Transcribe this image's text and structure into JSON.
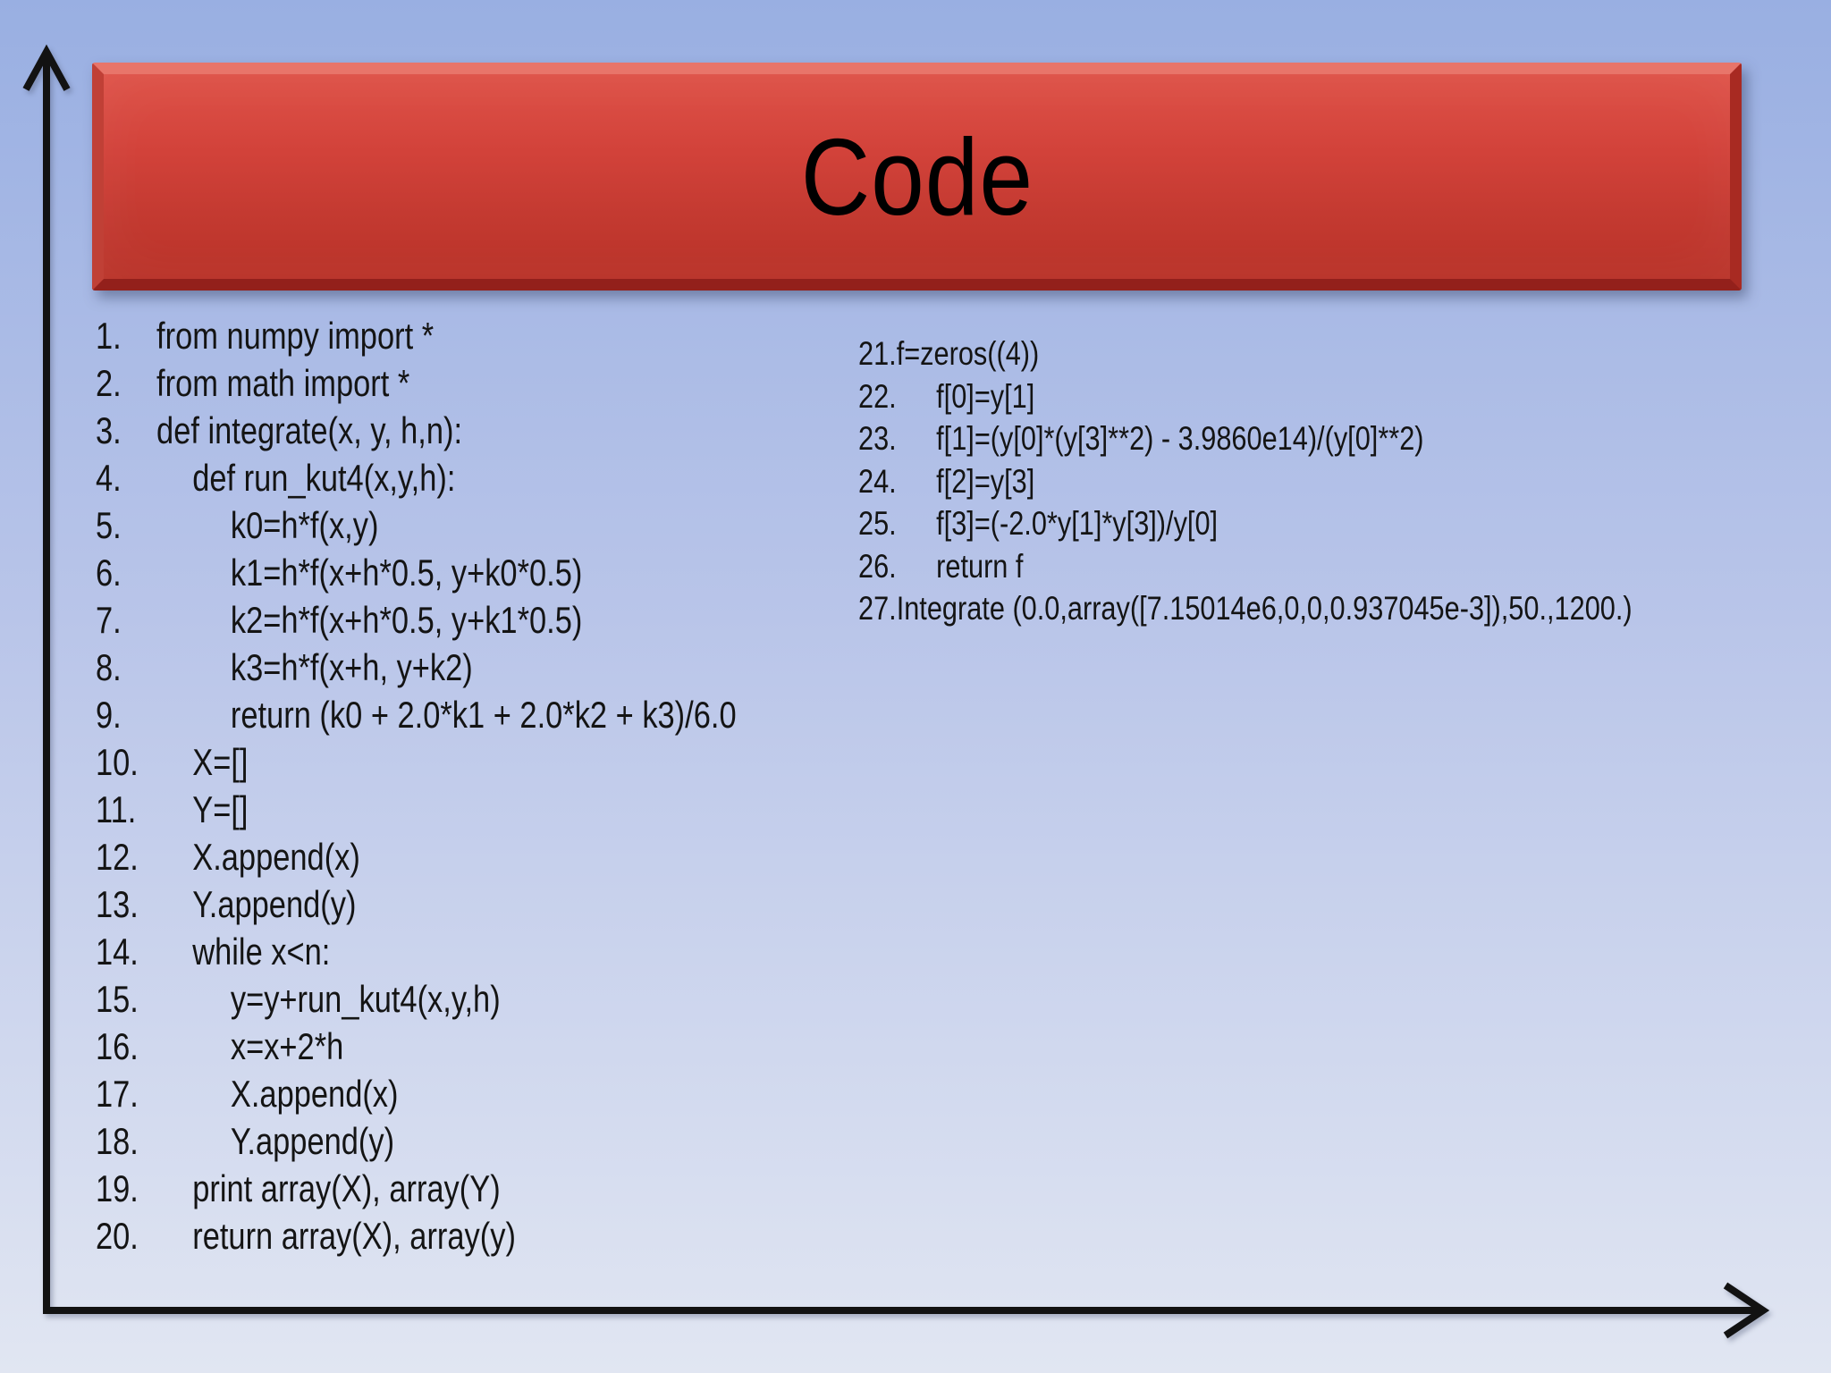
{
  "slide": {
    "title": "Code",
    "colors": {
      "background_top": "#99afe2",
      "background_mid": "#b9c5e9",
      "background_bottom": "#e1e6f2",
      "banner_red": "#cf4037",
      "banner_bevel_light": "#e8756a",
      "banner_bevel_dark": "#93201b",
      "axis": "#121212",
      "code_text": "#141414",
      "title_text": "#000000"
    },
    "icons": {
      "y_axis": "up-arrow-icon",
      "x_axis": "right-arrow-icon"
    }
  },
  "code_left": {
    "lines": [
      {
        "n": "1.",
        "t": "from numpy import *",
        "i": 0
      },
      {
        "n": "2.",
        "t": "from math import *",
        "i": 0
      },
      {
        "n": "3.",
        "t": "def integrate(x, y, h,n):",
        "i": 0
      },
      {
        "n": "4.",
        "t": "def run_kut4(x,y,h):",
        "i": 1
      },
      {
        "n": "5.",
        "t": "k0=h*f(x,y)",
        "i": 2
      },
      {
        "n": "6.",
        "t": "k1=h*f(x+h*0.5, y+k0*0.5)",
        "i": 2
      },
      {
        "n": "7.",
        "t": "k2=h*f(x+h*0.5, y+k1*0.5)",
        "i": 2
      },
      {
        "n": "8.",
        "t": "k3=h*f(x+h, y+k2)",
        "i": 2
      },
      {
        "n": "9.",
        "t": "return (k0 + 2.0*k1 + 2.0*k2 + k3)/6.0",
        "i": 2
      },
      {
        "n": "10.",
        "t": "X=[]",
        "i": 1
      },
      {
        "n": "11.",
        "t": "Y=[]",
        "i": 1
      },
      {
        "n": "12.",
        "t": "X.append(x)",
        "i": 1
      },
      {
        "n": "13.",
        "t": "Y.append(y)",
        "i": 1
      },
      {
        "n": "14.",
        "t": "while x<n:",
        "i": 1
      },
      {
        "n": "15.",
        "t": "y=y+run_kut4(x,y,h)",
        "i": 2
      },
      {
        "n": "16.",
        "t": "x=x+2*h",
        "i": 2
      },
      {
        "n": "17.",
        "t": "X.append(x)",
        "i": 2
      },
      {
        "n": "18.",
        "t": "Y.append(y)",
        "i": 2
      },
      {
        "n": "19.",
        "t": "print array(X), array(Y)",
        "i": 1
      },
      {
        "n": "20.",
        "t": "return array(X), array(y)",
        "i": 1
      }
    ]
  },
  "code_right": {
    "lines": [
      {
        "n": "21.",
        "t": "f=zeros((4))",
        "i": 0
      },
      {
        "n": "22.",
        "t": "f[0]=y[1]",
        "i": 1
      },
      {
        "n": "23.",
        "t": "f[1]=(y[0]*(y[3]**2) - 3.9860e14)/(y[0]**2)",
        "i": 1
      },
      {
        "n": "24.",
        "t": "f[2]=y[3]",
        "i": 1
      },
      {
        "n": "25.",
        "t": "f[3]=(-2.0*y[1]*y[3])/y[0]",
        "i": 1
      },
      {
        "n": "26.",
        "t": "return f",
        "i": 1
      },
      {
        "n": "27.",
        "t": "Integrate (0.0,array([7.15014e6,0,0,0.937045e-3]),50.,1200.)",
        "i": 0
      }
    ]
  }
}
